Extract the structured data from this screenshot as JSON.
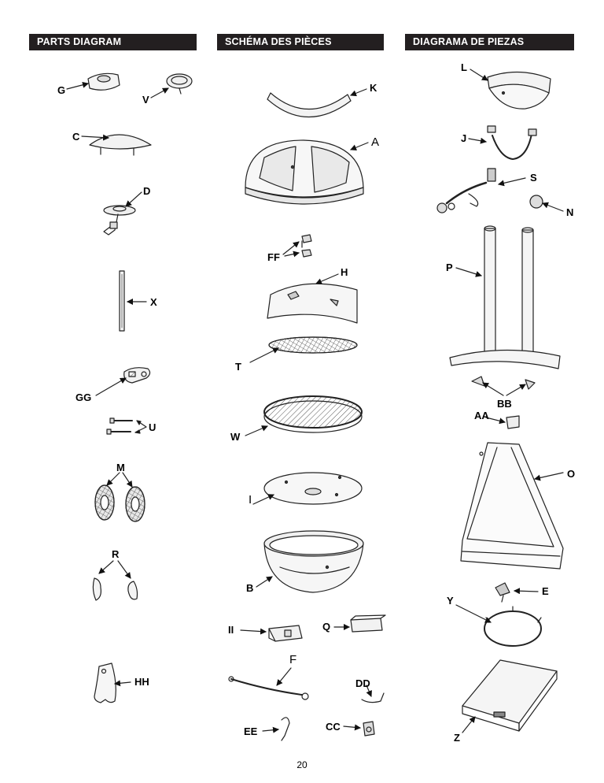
{
  "headers": {
    "en": "PARTS DIAGRAM",
    "fr": "SCHÉMA DES PIÈCES",
    "es": "DIAGRAMA DE PIEZAS"
  },
  "labels": {
    "G": "G",
    "V": "V",
    "C": "C",
    "D": "D",
    "X": "X",
    "GG": "GG",
    "U": "U",
    "M": "M",
    "R": "R",
    "HH": "HH",
    "K": "K",
    "A": "A",
    "FF": "FF",
    "H": "H",
    "T": "T",
    "W": "W",
    "I": "I",
    "B": "B",
    "II": "II",
    "Q": "Q",
    "F": "F",
    "DD": "DD",
    "EE": "EE",
    "CC": "CC",
    "L": "L",
    "J": "J",
    "S": "S",
    "N": "N",
    "P": "P",
    "BB": "BB",
    "AA": "AA",
    "O": "O",
    "E": "E",
    "Y": "Y",
    "Z": "Z"
  },
  "page_number": "20"
}
